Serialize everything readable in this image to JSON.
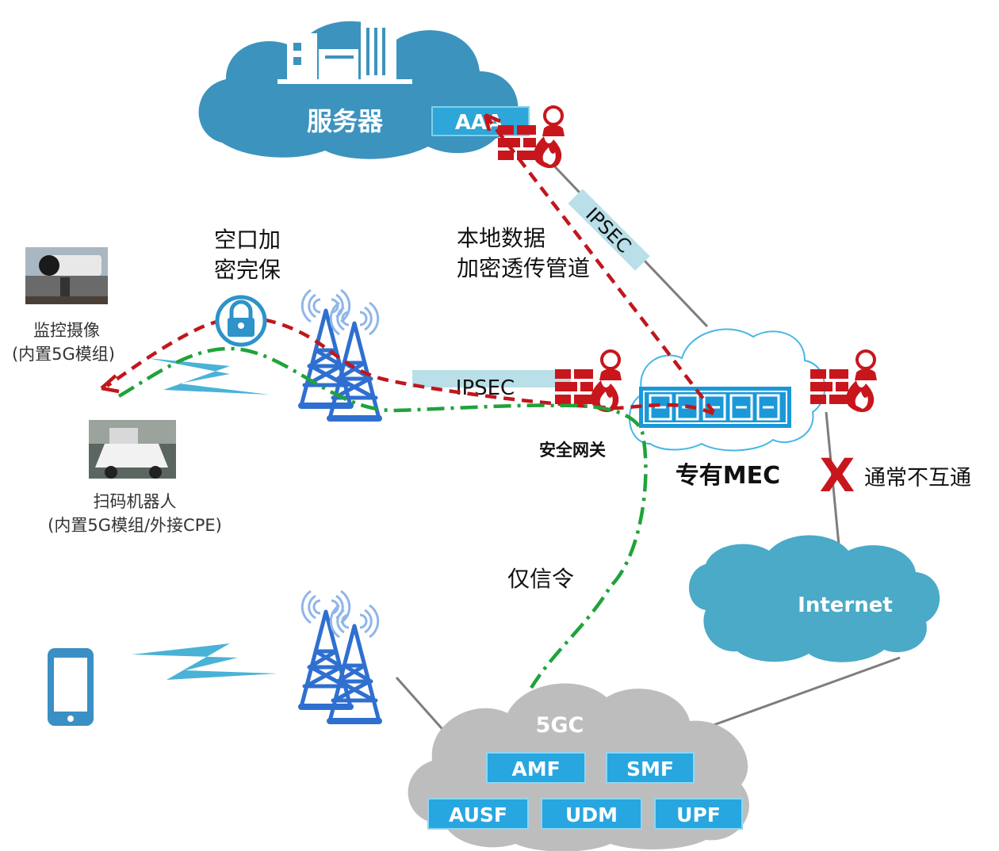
{
  "server": {
    "label": "服务器",
    "aaa": "AAA"
  },
  "ipsec_top": "IPSEC",
  "ipsec_mid": "IPSEC",
  "tunnel_label": [
    "本地数据",
    "加密透传管道"
  ],
  "air_encrypt_label": [
    "空口加",
    "密完保"
  ],
  "camera": {
    "label": "监控摄像",
    "sub": "(内置5G模组)"
  },
  "robot": {
    "label": "扫码机器人",
    "sub": "(内置5G模组/外接CPE)"
  },
  "gateway_label": "安全网关",
  "mec_label": "专有MEC",
  "no_connect_mark": "X",
  "no_connect_label": "通常不互通",
  "signaling_label": "仅信令",
  "internet_label": "Internet",
  "core": {
    "title": "5GC",
    "functions_row1": [
      "AMF",
      "SMF"
    ],
    "functions_row2": [
      "AUSF",
      "UDM",
      "UPF"
    ]
  },
  "colors": {
    "cloud_dark": "#3c93bd",
    "cloud_light_border": "#45b7e6",
    "internet_cloud": "#4aaac8",
    "core_cloud": "#bdbdbd",
    "nf_box": "#28a6e0",
    "firewall": "#c8161d",
    "red_dash": "#c0171c",
    "green_dashdot": "#1fa33a",
    "tower": "#2f6fd0",
    "lightning": "#4ab2d6"
  }
}
